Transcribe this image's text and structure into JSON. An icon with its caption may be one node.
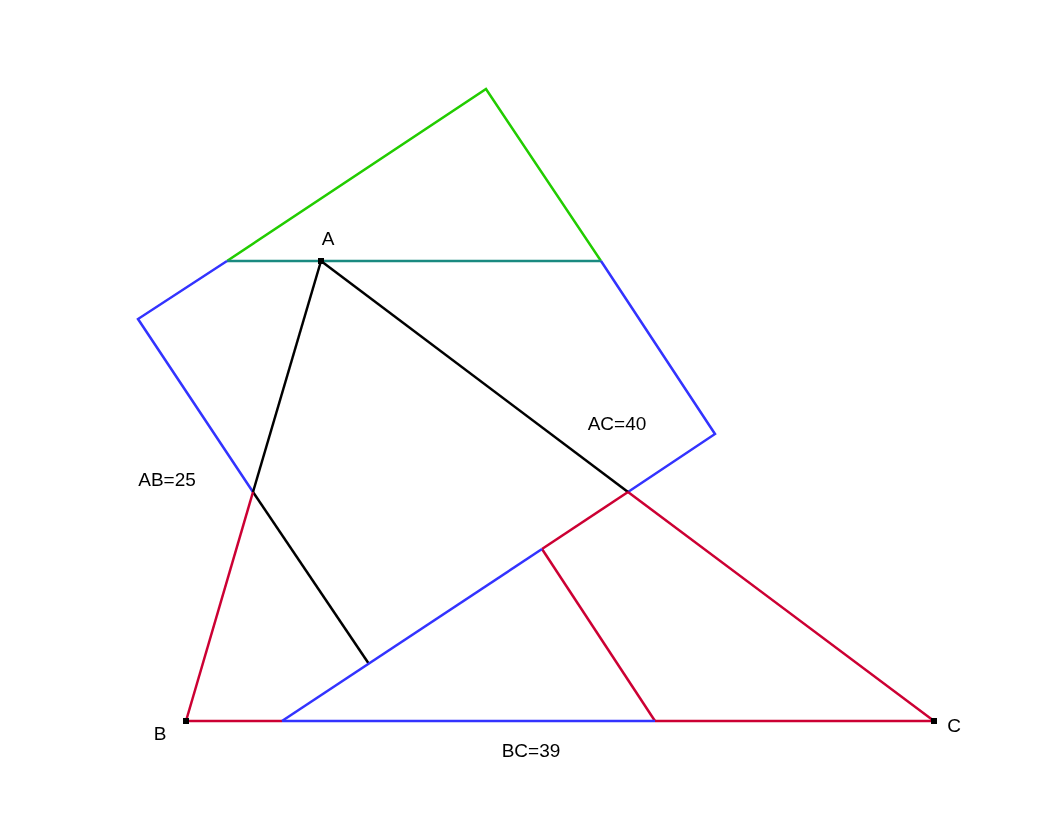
{
  "diagram": {
    "labels": [
      "A",
      "AC=40",
      "AB=25",
      "B",
      "BC=39",
      "C"
    ]
  }
}
